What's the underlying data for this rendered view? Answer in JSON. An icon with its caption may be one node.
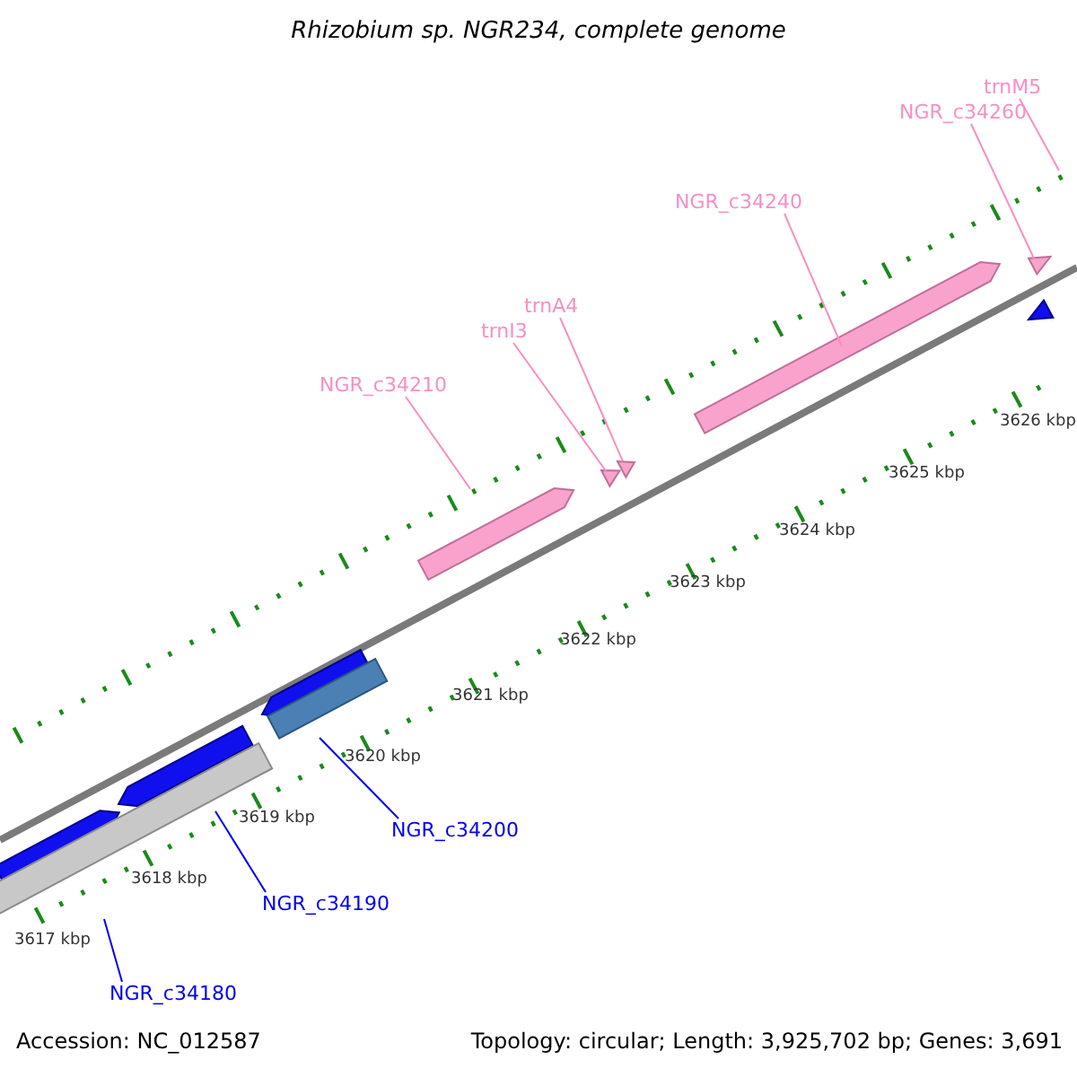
{
  "diagram": {
    "title": "Rhizobium sp. NGR234, complete genome",
    "nodes": [
      {
        "text": [
          "NGR_c34210"
        ]
      },
      {
        "text": [],
        "shape": "arrow"
      },
      {
        "text": [
          "trnI3"
        ]
      },
      {
        "text": [],
        "shape": "triangle"
      },
      {
        "text": [
          "trnA4"
        ]
      },
      {
        "text": [],
        "shape": "triangle"
      },
      {
        "text": [
          "NGR_c34240"
        ]
      },
      {
        "text": [],
        "shape": "arrow"
      },
      {
        "text": [
          "NGR_c34260"
        ]
      },
      {
        "text": [],
        "shape": "triangle"
      },
      {
        "text": [
          "trnM5"
        ]
      },
      {
        "text": [
          "NGR_c34200"
        ]
      },
      {
        "text": [],
        "shape": "bar"
      },
      {
        "text": [
          "NGR_c34190"
        ]
      },
      {
        "text": [],
        "shape": "bar"
      },
      {
        "text": [
          "NGR_c34180"
        ]
      }
    ],
    "edges": [
      {
        "from": 0,
        "to": 1,
        "arrow": "none"
      },
      {
        "from": 2,
        "to": 3,
        "arrow": "none"
      },
      {
        "from": 4,
        "to": 5,
        "arrow": "none"
      },
      {
        "from": 6,
        "to": 7,
        "arrow": "none"
      },
      {
        "from": 8,
        "to": 9,
        "arrow": "none"
      },
      {
        "from": 10,
        "to": null,
        "arrow": "none"
      },
      {
        "from": 11,
        "to": 12,
        "arrow": "none",
        "color": "#0000ee"
      },
      {
        "from": 13,
        "to": 14,
        "arrow": "none",
        "color": "#0000ee"
      },
      {
        "from": 15,
        "to": null,
        "arrow": "none",
        "color": "#0000ee"
      }
    ],
    "labels": [
      "3617 kbp",
      "3618 kbp",
      "3619 kbp",
      "3620 kbp",
      "3621 kbp",
      "3622 kbp",
      "3623 kbp",
      "3624 kbp",
      "3625 kbp",
      "3626 kbp",
      "Accession: NC_012587",
      "Topology: circular; Length: 3,925,702 bp; Genes: 3,691"
    ]
  }
}
